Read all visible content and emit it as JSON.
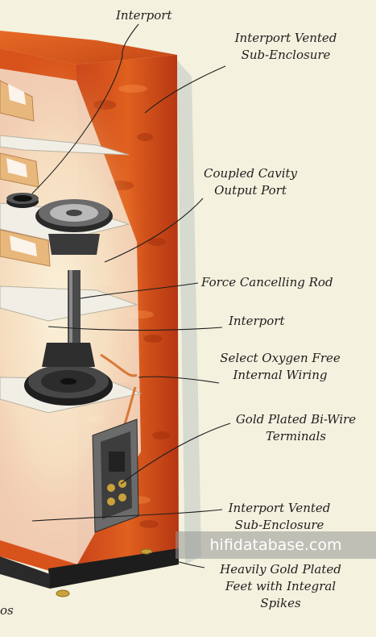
{
  "callouts": {
    "interport_top": "Interport",
    "sub_enclosure_top": [
      "Interport Vented",
      "Sub-Enclosure"
    ],
    "coupled_cavity": [
      "Coupled Cavity",
      "Output Port"
    ],
    "force_rod": "Force Cancelling Rod",
    "interport_mid": "Interport",
    "wiring": [
      "Select Oxygen Free",
      "Internal Wiring"
    ],
    "terminals": [
      "Gold Plated Bi-Wire",
      "Terminals"
    ],
    "sub_enclosure_bottom": [
      "Interport Vented",
      "Sub-Enclosure"
    ],
    "feet": [
      "Heavily Gold Plated",
      "Feet with Integral",
      "Spikes"
    ]
  },
  "edge_fragment": "os",
  "watermark": "hifidatabase.com",
  "colors": {
    "background": "#f4f1de",
    "veneer": "#d8521b",
    "veneer_dark": "#a8300e",
    "shelf": "#f2f0ea",
    "driver": "#2a2a2a",
    "gold": "#c9a23c"
  }
}
